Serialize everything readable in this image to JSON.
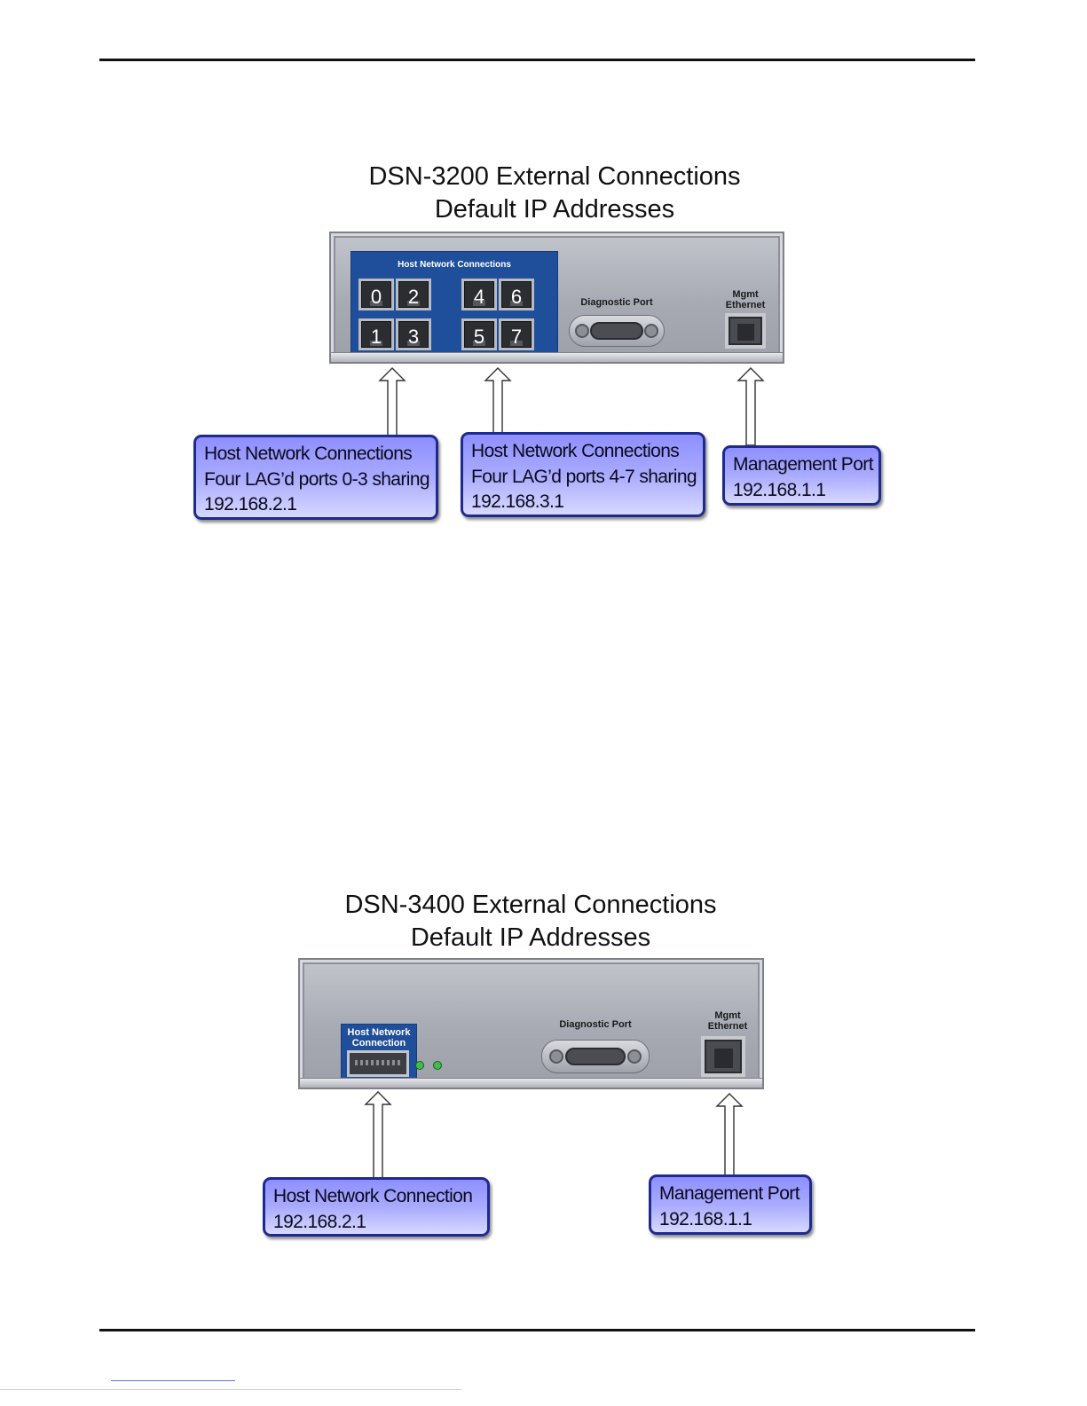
{
  "diagram_1": {
    "title_line1": "DSN-3200 External Connections",
    "title_line2": "Default IP Addresses",
    "panel": {
      "host_group_label": "Host Network Connections",
      "port_numbers": [
        "0",
        "2",
        "1",
        "3",
        "4",
        "6",
        "5",
        "7"
      ],
      "diagnostic_label": "Diagnostic Port",
      "mgmt_label_line1": "Mgmt",
      "mgmt_label_line2": "Ethernet"
    },
    "callouts": [
      {
        "lines": [
          "Host Network Connections",
          "Four LAG’d ports 0-3 sharing",
          "192.168.2.1"
        ]
      },
      {
        "lines": [
          "Host Network Connections",
          "Four LAG’d ports 4-7 sharing",
          "192.168.3.1"
        ]
      },
      {
        "lines": [
          "Management Port",
          "192.168.1.1"
        ]
      }
    ]
  },
  "diagram_2": {
    "title_line1": "DSN-3400 External Connections",
    "title_line2": "Default IP Addresses",
    "panel": {
      "host_label_line1": "Host Network",
      "host_label_line2": "Connection",
      "diagnostic_label": "Diagnostic Port",
      "mgmt_label_line1": "Mgmt",
      "mgmt_label_line2": "Ethernet"
    },
    "callouts": [
      {
        "lines": [
          "Host Network Connection",
          "192.168.2.1"
        ]
      },
      {
        "lines": [
          "Management Port",
          "192.168.1.1"
        ]
      }
    ]
  },
  "colors": {
    "callout_fill": "#a9aaff",
    "callout_border": "#1d2a8e",
    "host_panel_blue": "#1f4f9b"
  }
}
